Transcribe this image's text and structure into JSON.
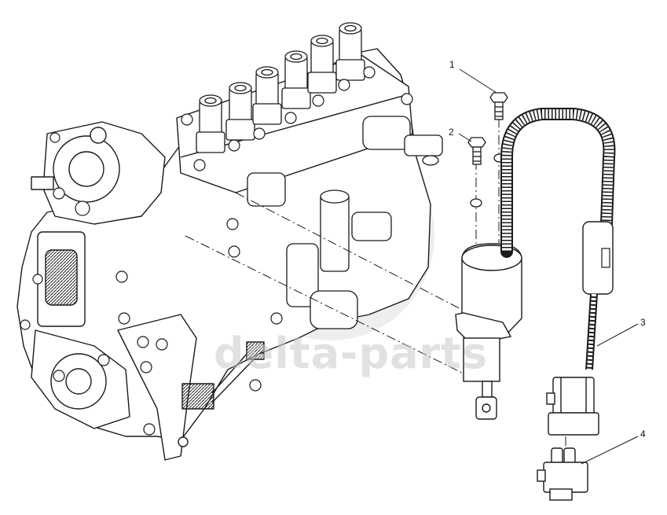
{
  "diagram": {
    "callouts": [
      {
        "number": "1",
        "part": "bolt"
      },
      {
        "number": "2",
        "part": "bolt-with-washer"
      },
      {
        "number": "3",
        "part": "wiring-harness"
      },
      {
        "number": "4",
        "part": "connector"
      }
    ],
    "watermark": "delta-parts",
    "colors": {
      "line": "#1a1a1a",
      "watermark": "#c8c8c8",
      "background": "#ffffff"
    }
  }
}
